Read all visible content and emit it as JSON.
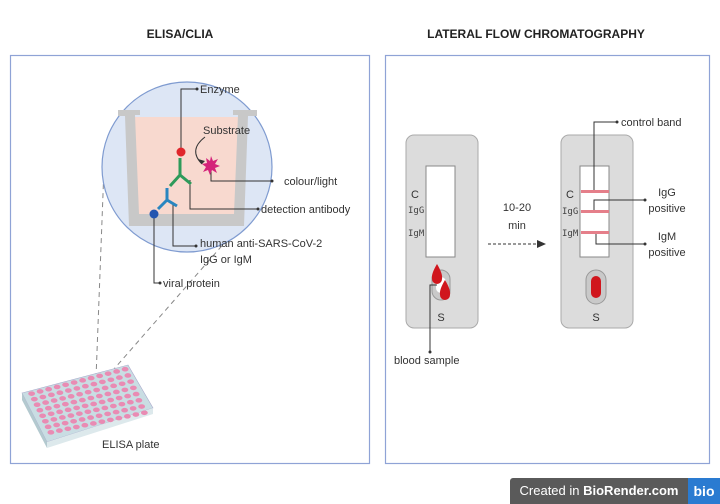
{
  "left_panel": {
    "title": "ELISA/CLIA",
    "labels": {
      "enzyme": "Enzyme",
      "substrate": "Substrate",
      "colour_light": "colour/light",
      "detection_antibody": "detection antibody",
      "human_antibody_line1": "human anti-SARS-CoV-2",
      "human_antibody_line2": "IgG or IgM",
      "viral_protein": "viral protein",
      "plate": "ELISA plate"
    }
  },
  "right_panel": {
    "title": "LATERAL FLOW CHROMATOGRAPHY",
    "strip_markings": {
      "c": "C",
      "igg": "IgG",
      "igm": "IgM",
      "s": "S"
    },
    "time_line1": "10-20",
    "time_line2": "min",
    "labels": {
      "blood_sample": "blood sample",
      "control_band": "control band",
      "igg_line1": "IgG",
      "igg_line2": "positive",
      "igm_line1": "IgM",
      "igm_line2": "positive"
    }
  },
  "footer": {
    "created_in": "Created in ",
    "brand": "BioRender.com",
    "logo": "bio"
  },
  "colors": {
    "panel_border": "#8fa3d6",
    "band": "#e57f8a",
    "blood": "#d0161d",
    "enzyme": "#e0262b",
    "substrate_star": "#d4237a",
    "antibody_detection": "#2e9a5a",
    "antibody_human": "#2a86c0",
    "viral_protein": "#2456b0",
    "well_fill": "#f8d9cf",
    "circle_fill": "#dde6f5"
  }
}
